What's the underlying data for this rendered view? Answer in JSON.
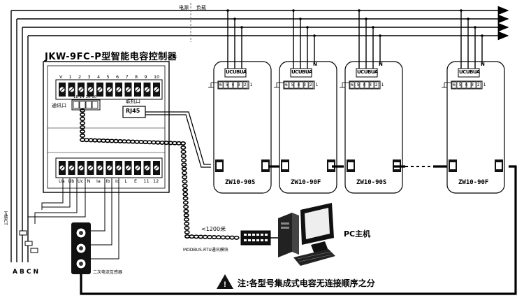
{
  "header": {
    "source_label": "电源",
    "load_label": "负载"
  },
  "controller": {
    "title": "JKW-9FC-P型智能电容控制器",
    "top_terminal_numbers": [
      "V",
      "1",
      "2",
      "3",
      "4",
      "5",
      "6",
      "7",
      "8",
      "9",
      "10"
    ],
    "bottom_terminal_labels": [
      "Ua",
      "Ub",
      "Uc",
      "N",
      "Ia",
      "Ib",
      "Ic",
      "L",
      "E",
      "11",
      "12"
    ],
    "comm_port_label": "通讯口",
    "comm_port_pins": "18 14 16 16",
    "link_port_label": "联机口",
    "rj45_label": "RJ45"
  },
  "capacitors": [
    {
      "model": "ZW10-90S",
      "phases": [
        "UC",
        "UB",
        "UA"
      ],
      "neutral": "",
      "terminal_strip": "6 5 4 3 2 1"
    },
    {
      "model": "ZW10-90F",
      "phases": [
        "UC",
        "UB",
        "UA"
      ],
      "neutral": "N",
      "terminal_strip": "6 5 4 3 2 1"
    },
    {
      "model": "ZW10-90S",
      "phases": [
        "UC",
        "UB",
        "UA"
      ],
      "neutral": "N",
      "terminal_strip": "6 5 4 3 2 1"
    },
    {
      "model": "ZW10-90F",
      "phases": [
        "UC",
        "UB",
        "UA"
      ],
      "neutral": "N",
      "terminal_strip": "6 5 4 3 2 1"
    }
  ],
  "pc": {
    "label": "PC主机",
    "cable_length": "<1200米",
    "adapter_label": "MODBUS-RTU通讯模块"
  },
  "current_transformer": {
    "label": "互感CT",
    "phase_labels": [
      "A",
      "B",
      "C",
      "N"
    ],
    "secondary_label": "二次电流互感器"
  },
  "note": {
    "text": "注:各型号集成式电容无连接顺序之分"
  }
}
